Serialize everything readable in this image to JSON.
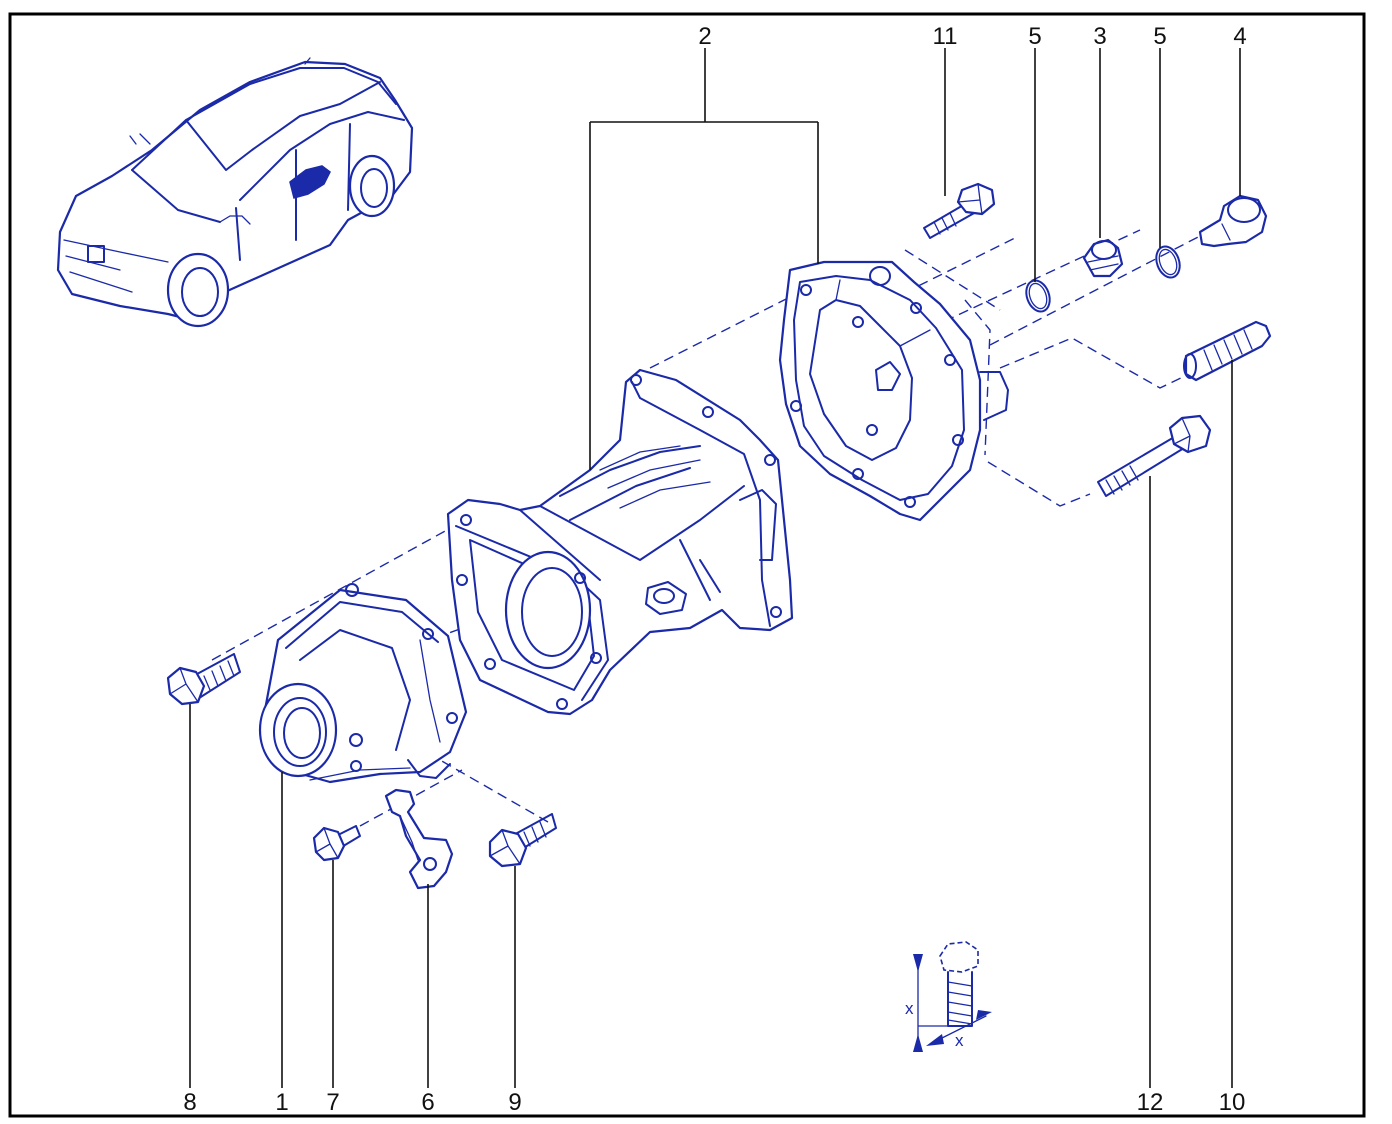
{
  "colors": {
    "line_art": "#1b2aa8",
    "callouts": "#111111",
    "frame": "#000000",
    "background": "#ffffff"
  },
  "callouts": {
    "top": [
      {
        "id": "2",
        "label": "2"
      },
      {
        "id": "11",
        "label": "11"
      },
      {
        "id": "5a",
        "label": "5"
      },
      {
        "id": "3",
        "label": "3"
      },
      {
        "id": "5b",
        "label": "5"
      },
      {
        "id": "4",
        "label": "4"
      }
    ],
    "bottom": [
      {
        "id": "8",
        "label": "8"
      },
      {
        "id": "1",
        "label": "1"
      },
      {
        "id": "7",
        "label": "7"
      },
      {
        "id": "6",
        "label": "6"
      },
      {
        "id": "9",
        "label": "9"
      },
      {
        "id": "12",
        "label": "12"
      },
      {
        "id": "10",
        "label": "10"
      }
    ]
  },
  "dimension_inset": {
    "x_label_vertical": "x",
    "x_label_horizontal": "x"
  }
}
